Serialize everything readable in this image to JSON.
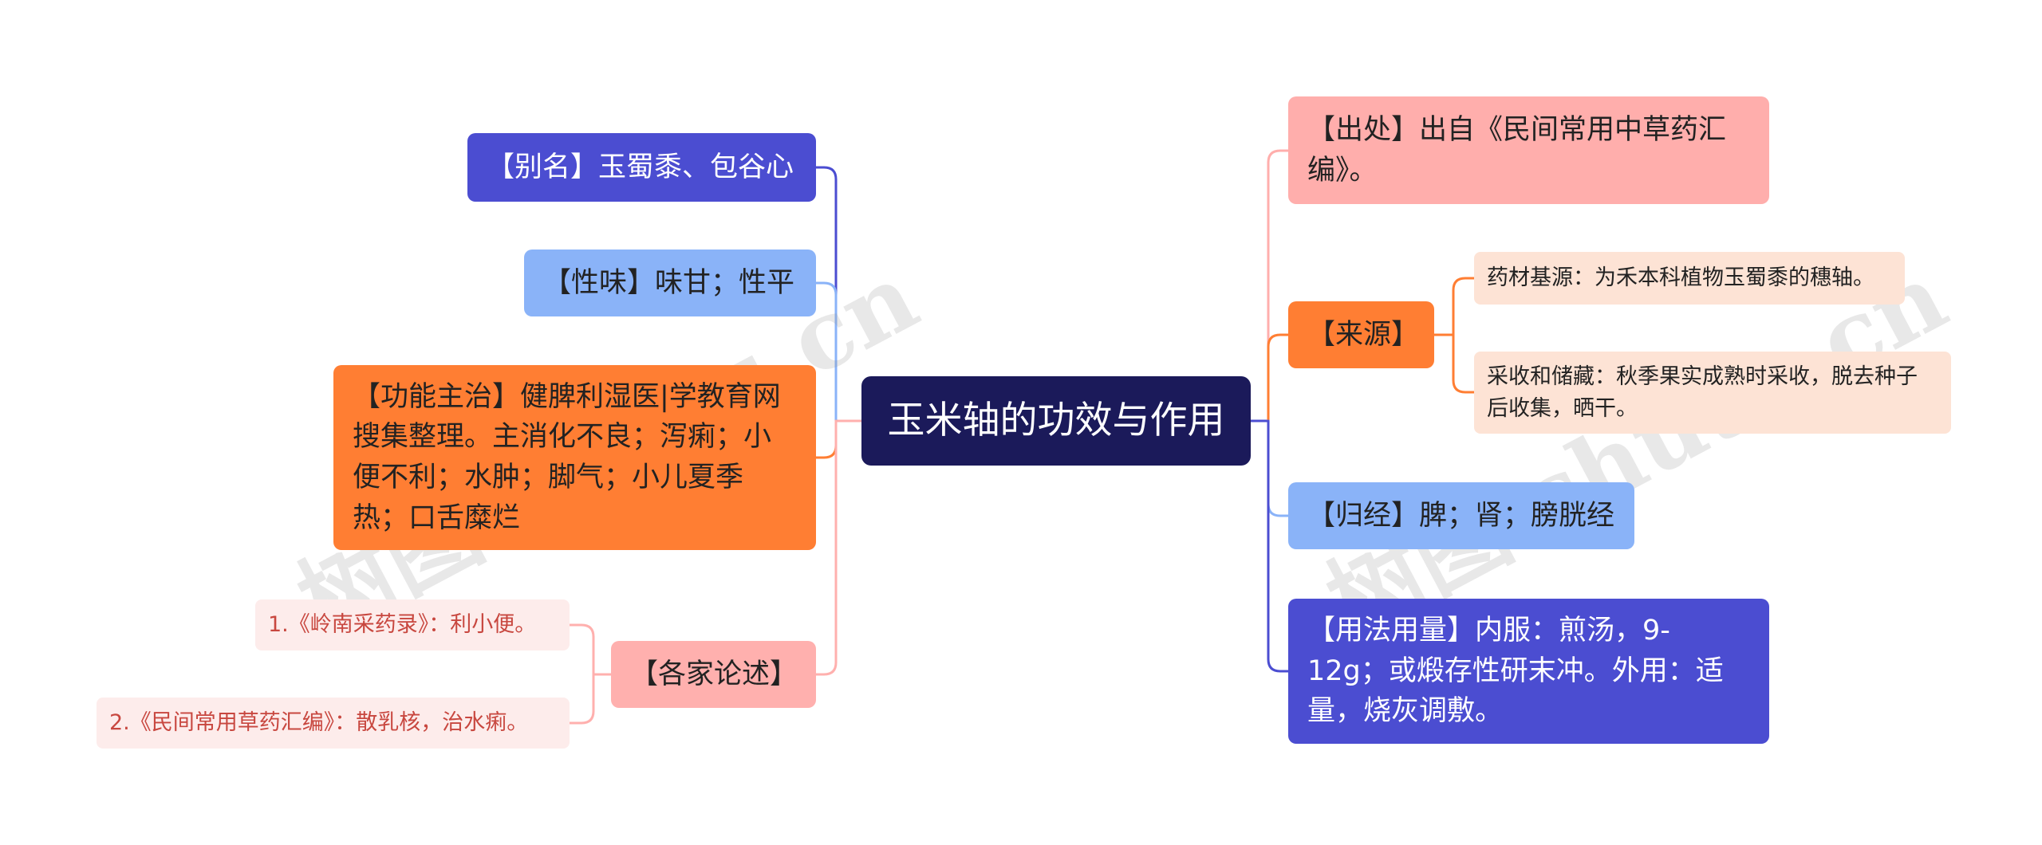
{
  "root": {
    "title": "玉米轴的功效与作用"
  },
  "left": {
    "alias": "【别名】玉蜀黍、包谷心",
    "taste": "【性味】味甘；性平",
    "function": "【功能主治】健脾利湿医|学教育网搜集整理。主消化不良；泻痢；小便不利；水肿；脚气；小儿夏季热；口舌糜烂",
    "lunshu": {
      "label": "【各家论述】",
      "items": [
        "1.《岭南采药录》：利小便。",
        "2.《民间常用草药汇编》：散乳核，治水痢。"
      ]
    }
  },
  "right": {
    "origin": "【出处】出自《民间常用中草药汇编》。",
    "source": {
      "label": "【来源】",
      "items": [
        "药材基源：为禾本科植物玉蜀黍的穗轴。",
        "采收和储藏：秋季果实成熟时采收，脱去种子后收集，晒干。"
      ]
    },
    "meridian": "【归经】脾；肾；膀胱经",
    "usage": "【用法用量】内服：煎汤，9-12g；或煅存性研末冲。外用：适量，烧灰调敷。"
  },
  "watermark": {
    "left": "树图 shutu.cn",
    "right": "树图 shutu.cn"
  },
  "colors": {
    "root": "#1b1a5a",
    "blue": "#4b4dd1",
    "light_blue": "#8ab3f8",
    "orange": "#ff7e33",
    "pink": "#ffb0ae",
    "light_pink": "#fdeceb",
    "peach": "#fde3d5"
  }
}
